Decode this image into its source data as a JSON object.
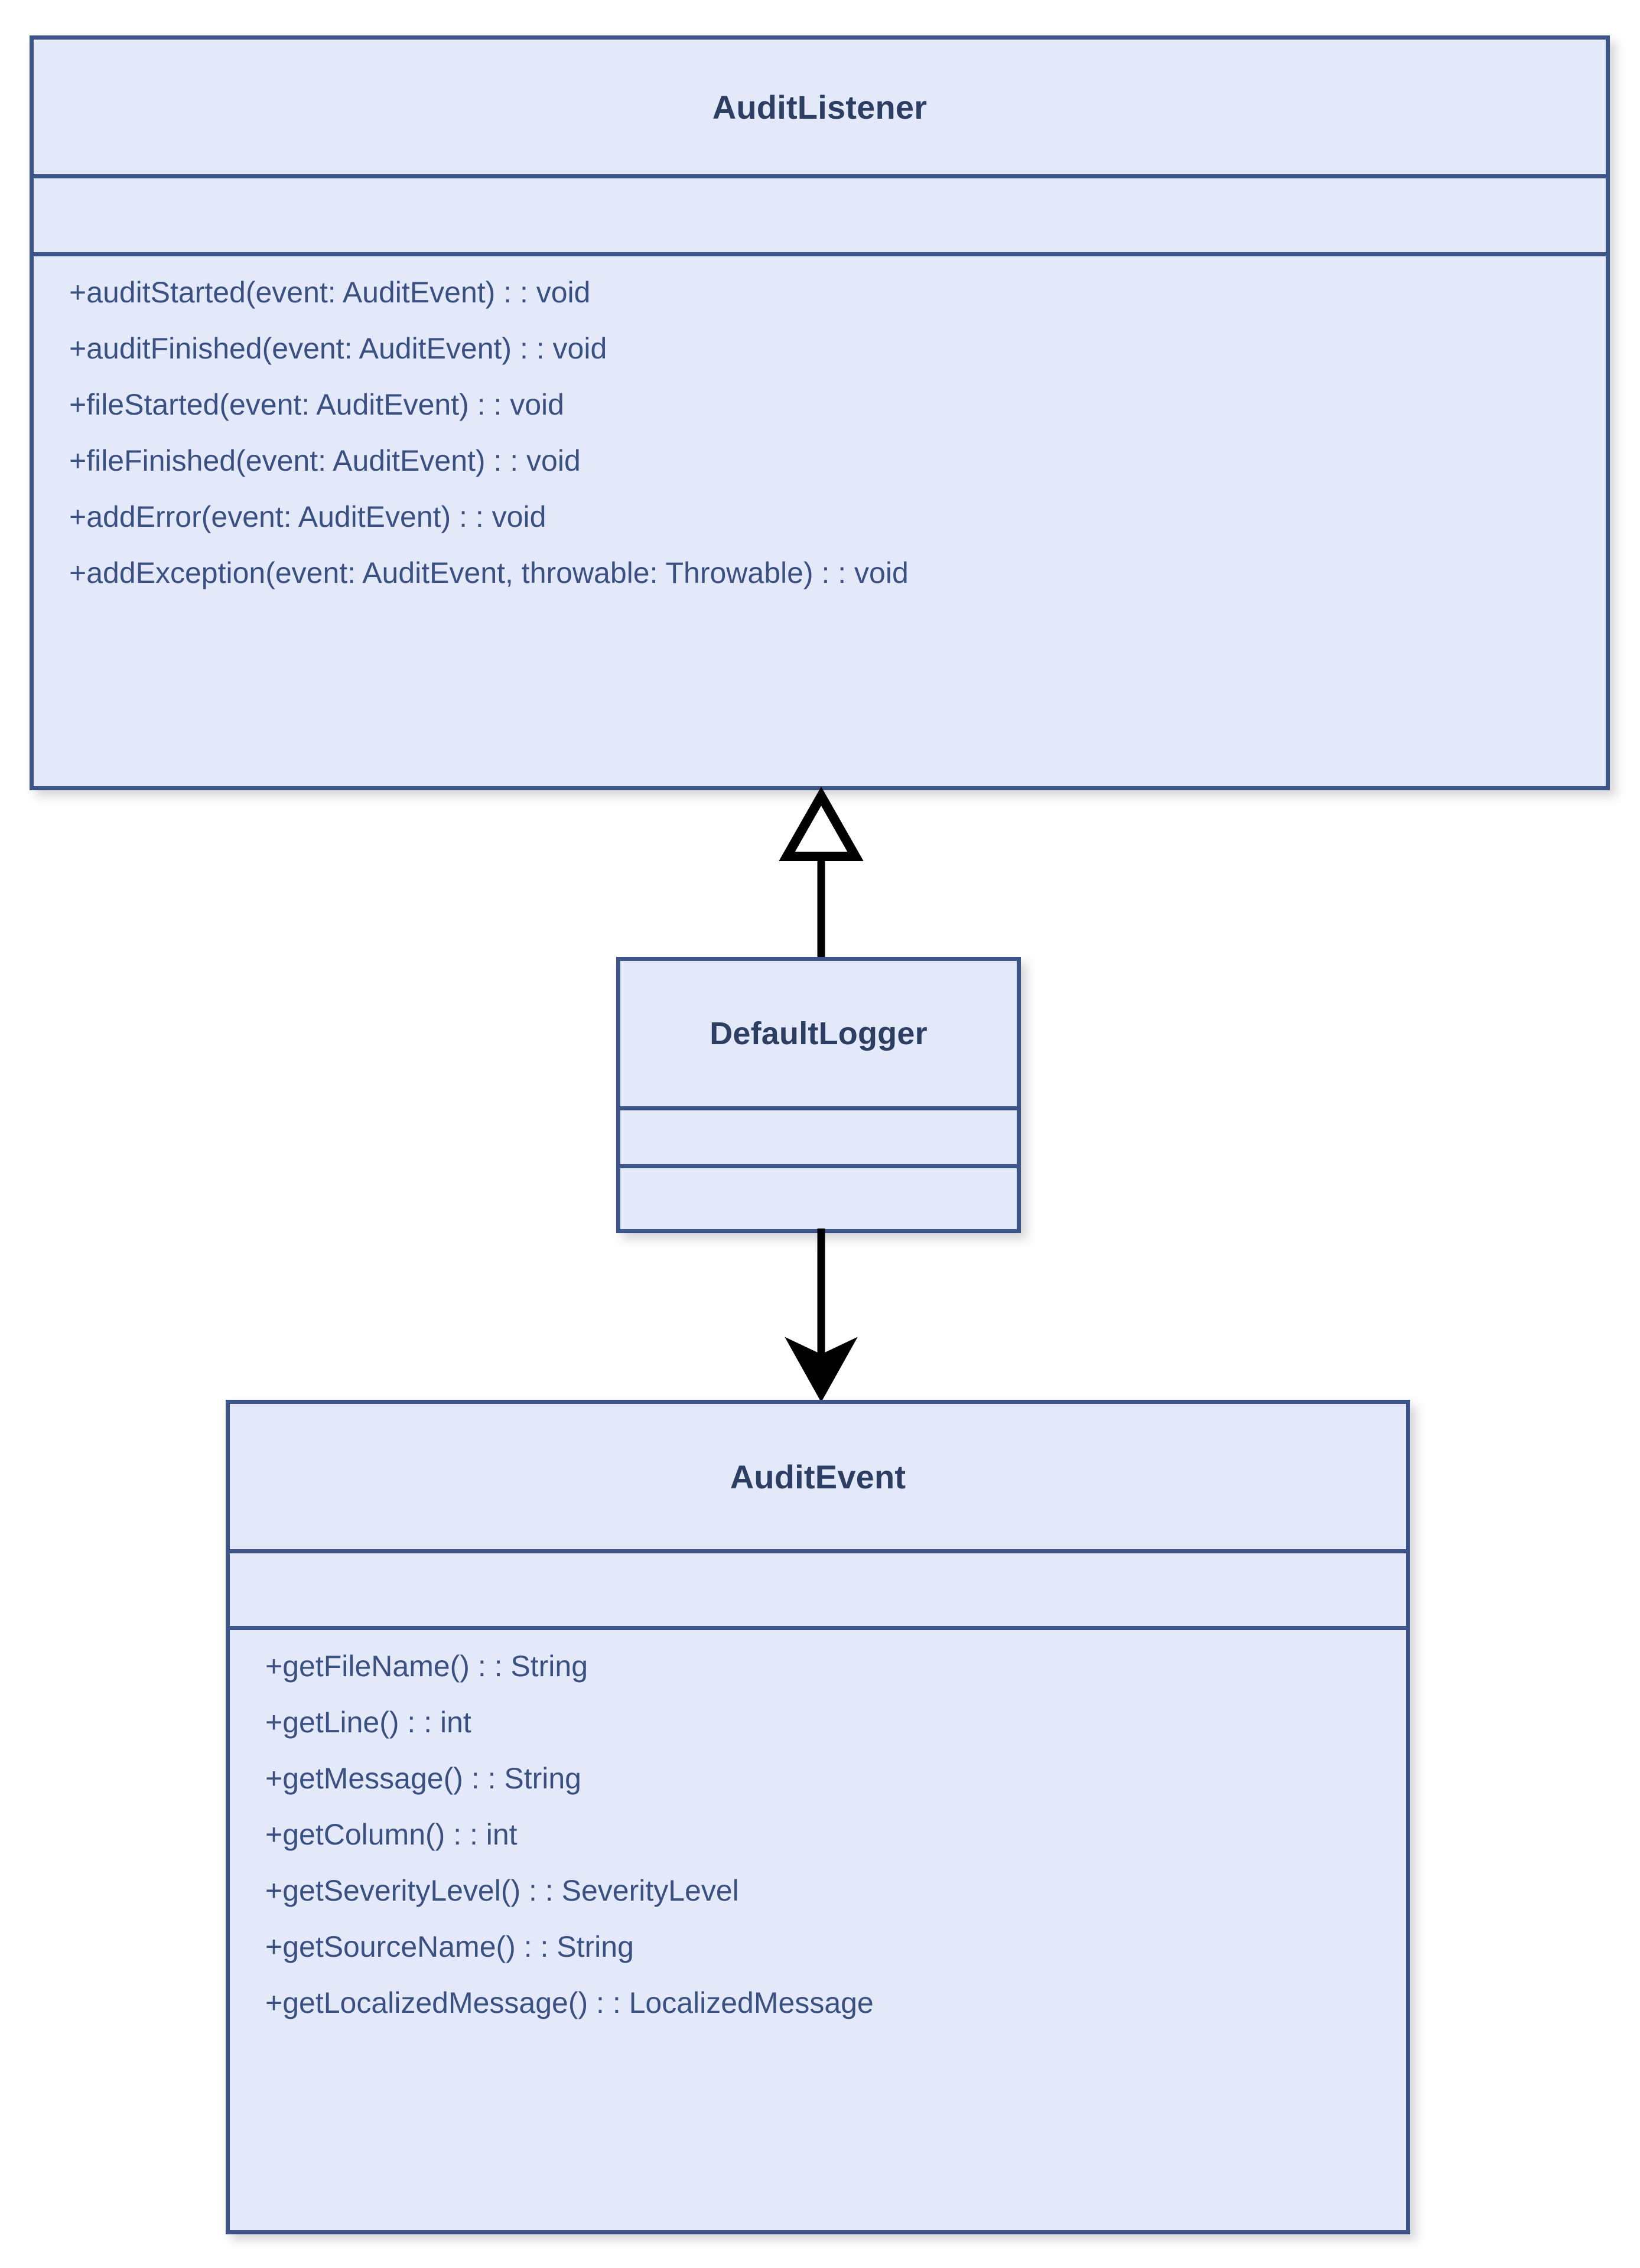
{
  "diagram": {
    "type": "uml-class-diagram",
    "background_color": "#ffffff",
    "box_fill_color": "#e3e9f9",
    "box_border_color": "#3d5488",
    "title_text_color": "#2d3e63",
    "member_text_color": "#3a5081",
    "connector_color": "#000000"
  },
  "classes": [
    {
      "id": "auditlistener",
      "name": "AuditListener",
      "attributes": [],
      "methods": [
        "+auditStarted(event: AuditEvent) : : void",
        "+auditFinished(event: AuditEvent) : : void",
        "+fileStarted(event: AuditEvent) : : void",
        "+fileFinished(event: AuditEvent) : : void",
        "+addError(event: AuditEvent) : : void",
        "+addException(event: AuditEvent, throwable: Throwable) : : void"
      ]
    },
    {
      "id": "defaultlogger",
      "name": "DefaultLogger",
      "attributes": [],
      "methods": []
    },
    {
      "id": "auditevent",
      "name": "AuditEvent",
      "attributes": [],
      "methods": [
        "+getFileName() : : String",
        "+getLine() : : int",
        "+getMessage() : : String",
        "+getColumn() : : int",
        "+getSeverityLevel() : : SeverityLevel",
        "+getSourceName() : : String",
        "+getLocalizedMessage() : : LocalizedMessage"
      ]
    }
  ],
  "relationships": [
    {
      "id": "generalization",
      "kind": "generalization",
      "arrowhead": "hollow-triangle",
      "from": "DefaultLogger",
      "to": "AuditListener",
      "direction": "up"
    },
    {
      "id": "association",
      "kind": "association",
      "arrowhead": "solid-filled",
      "from": "DefaultLogger",
      "to": "AuditEvent",
      "direction": "down"
    }
  ]
}
